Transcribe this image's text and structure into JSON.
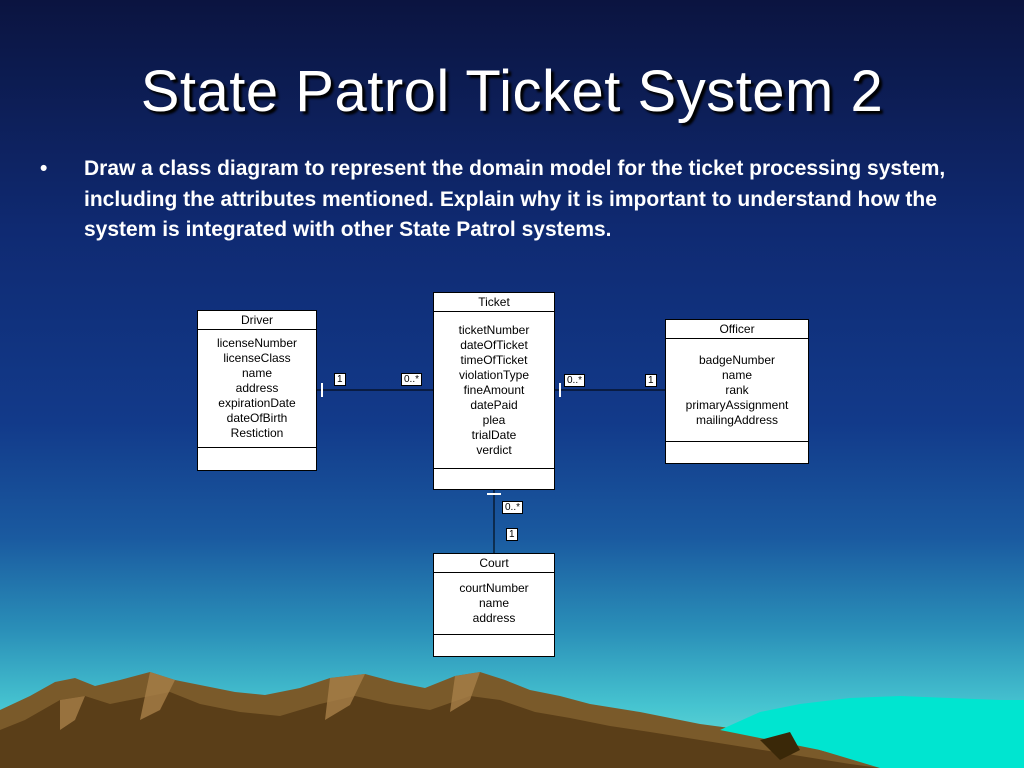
{
  "slide": {
    "title": "State Patrol Ticket System 2",
    "bullet_symbol": "•",
    "bullet_text": "Draw a class diagram to represent the domain model for the ticket processing system, including the attributes mentioned.  Explain why it is important to understand how the system is integrated with other State Patrol systems."
  },
  "diagram": {
    "driver": {
      "name": "Driver",
      "attributes": [
        "licenseNumber",
        "licenseClass",
        "name",
        "address",
        "expirationDate",
        "dateOfBirth",
        "Restiction"
      ]
    },
    "ticket": {
      "name": "Ticket",
      "attributes": [
        "ticketNumber",
        "dateOfTicket",
        "timeOfTicket",
        "violationType",
        "fineAmount",
        "datePaid",
        "plea",
        "trialDate",
        "verdict"
      ]
    },
    "officer": {
      "name": "Officer",
      "attributes": [
        "badgeNumber",
        "name",
        "rank",
        "primaryAssignment",
        "mailingAddress"
      ]
    },
    "court": {
      "name": "Court",
      "attributes": [
        "courtNumber",
        "name",
        "address"
      ]
    },
    "multiplicities": {
      "driver_side": "1",
      "ticket_left": "0..*",
      "ticket_right": "0..*",
      "officer_side": "1",
      "ticket_bottom": "0..*",
      "court_side": "1"
    }
  }
}
